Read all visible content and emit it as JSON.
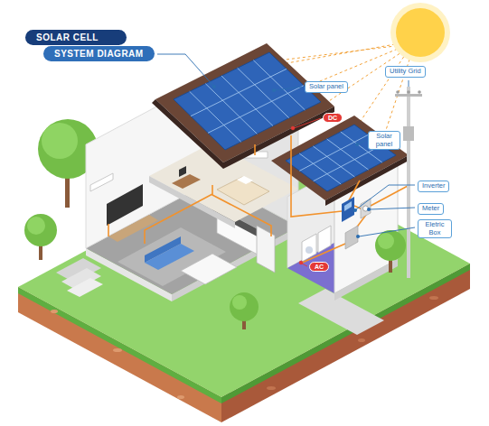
{
  "diagram": {
    "nodes": [
      {
        "text": [
          "SOLAR CELL"
        ]
      },
      {
        "text": [
          "SYSTEM DIAGRAM"
        ]
      },
      {
        "text": [
          "Utility Grid"
        ]
      },
      {
        "text": [
          "Solar panel"
        ]
      },
      {
        "text": [
          "DC"
        ]
      },
      {
        "text": [
          "Solar panel"
        ]
      },
      {
        "text": [
          "Inverter"
        ]
      },
      {
        "text": [
          "Meter"
        ]
      },
      {
        "text": [
          "Eletric Box"
        ]
      },
      {
        "text": [
          "AC"
        ]
      }
    ]
  }
}
